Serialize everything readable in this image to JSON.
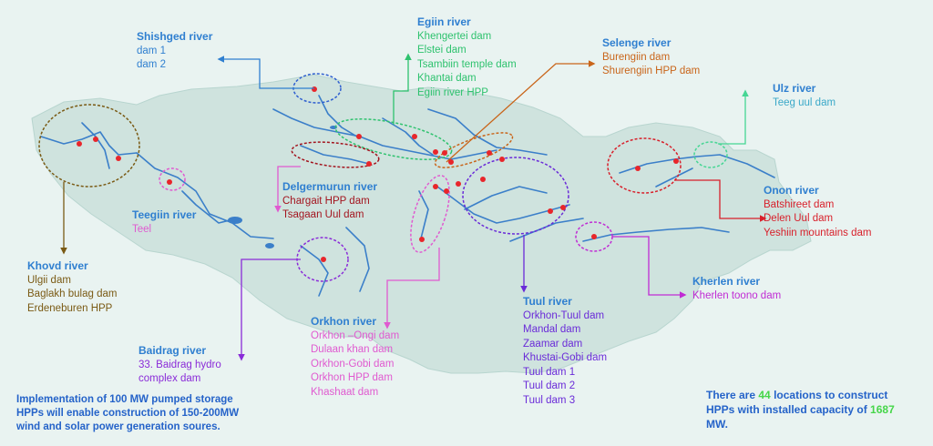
{
  "colors": {
    "land": "#cfe3de",
    "river": "#3b7fc9",
    "lake": "#3b7fc9",
    "site": "#e8262b"
  },
  "rivers": {
    "shishged": {
      "title": "Shishged river",
      "items": [
        "dam 1",
        "dam 2"
      ],
      "color": "#2f7fd0",
      "title_color": "#2f7fd0"
    },
    "egiin": {
      "title": "Egiin river",
      "items": [
        "Khengertei dam",
        "Elstei dam",
        "Tsambiin temple dam",
        "Khantai dam",
        "Egiin river HPP"
      ],
      "color": "#2ec26e",
      "title_color": "#2f7fd0"
    },
    "selenge": {
      "title": "Selenge river",
      "items": [
        "Burengiin dam",
        "Shurengiin HPP dam"
      ],
      "color": "#c9651a",
      "title_color": "#2f7fd0"
    },
    "ulz": {
      "title": "Ulz river",
      "items": [
        "Teeg uul dam"
      ],
      "color": "#3aa8c8",
      "title_color": "#2f7fd0"
    },
    "khovd": {
      "title": "Khovd river",
      "items": [
        "Ulgii dam",
        "Baglakh bulag dam",
        "Erdeneburen HPP"
      ],
      "color": "#7a5a14",
      "title_color": "#2f7fd0"
    },
    "teegiin": {
      "title": "Teegiin river",
      "items": [
        "Teel"
      ],
      "color": "#e05ad0",
      "title_color": "#2f7fd0"
    },
    "delgermurun": {
      "title": "Delgermurun river",
      "items": [
        "Chargait HPP dam",
        "Tsagaan Uul dam"
      ],
      "color": "#a3151f",
      "title_color": "#2f7fd0"
    },
    "onon": {
      "title": "Onon river",
      "items": [
        "Batshireet dam",
        "Delen Uul dam",
        "Yeshiin mountains dam"
      ],
      "color": "#d81f2a",
      "title_color": "#2f7fd0"
    },
    "kherlen": {
      "title": "Kherlen river",
      "items": [
        "Kherlen toono dam"
      ],
      "color": "#c02bd4",
      "title_color": "#2f7fd0"
    },
    "tuul": {
      "title": "Tuul river",
      "items": [
        "Orkhon-Tuul dam",
        "Mandal dam",
        "Zaamar dam",
        "Khustai-Gobi dam",
        "Tuul dam 1",
        "Tuul dam 2",
        "Tuul dam 3"
      ],
      "color": "#6a2bd8",
      "title_color": "#2f7fd0"
    },
    "orkhon": {
      "title": "Orkhon river",
      "items": [
        "Orkhon –Ongi dam",
        "Dulaan khan dam",
        "Orkhon-Gobi dam",
        "Orkhon HPP dam",
        "Khashaat dam"
      ],
      "color": "#e05ad0",
      "title_color": "#2f7fd0"
    },
    "baidrag": {
      "title": "Baidrag river",
      "items": [
        "33. Baidrag hydro",
        "complex dam"
      ],
      "color": "#8a2bd8",
      "title_color": "#2f7fd0"
    }
  },
  "notes": {
    "left": [
      "Implementation of 100 MW pumped storage",
      "HPPs will enable construction of 150-200MW",
      "wind and solar power generation soures."
    ],
    "right_a": "There are ",
    "right_num1": "44",
    "right_b": " locations to construct",
    "right_c": "HPPs with installed capacity of ",
    "right_num2": "1687",
    "right_d": "MW."
  }
}
